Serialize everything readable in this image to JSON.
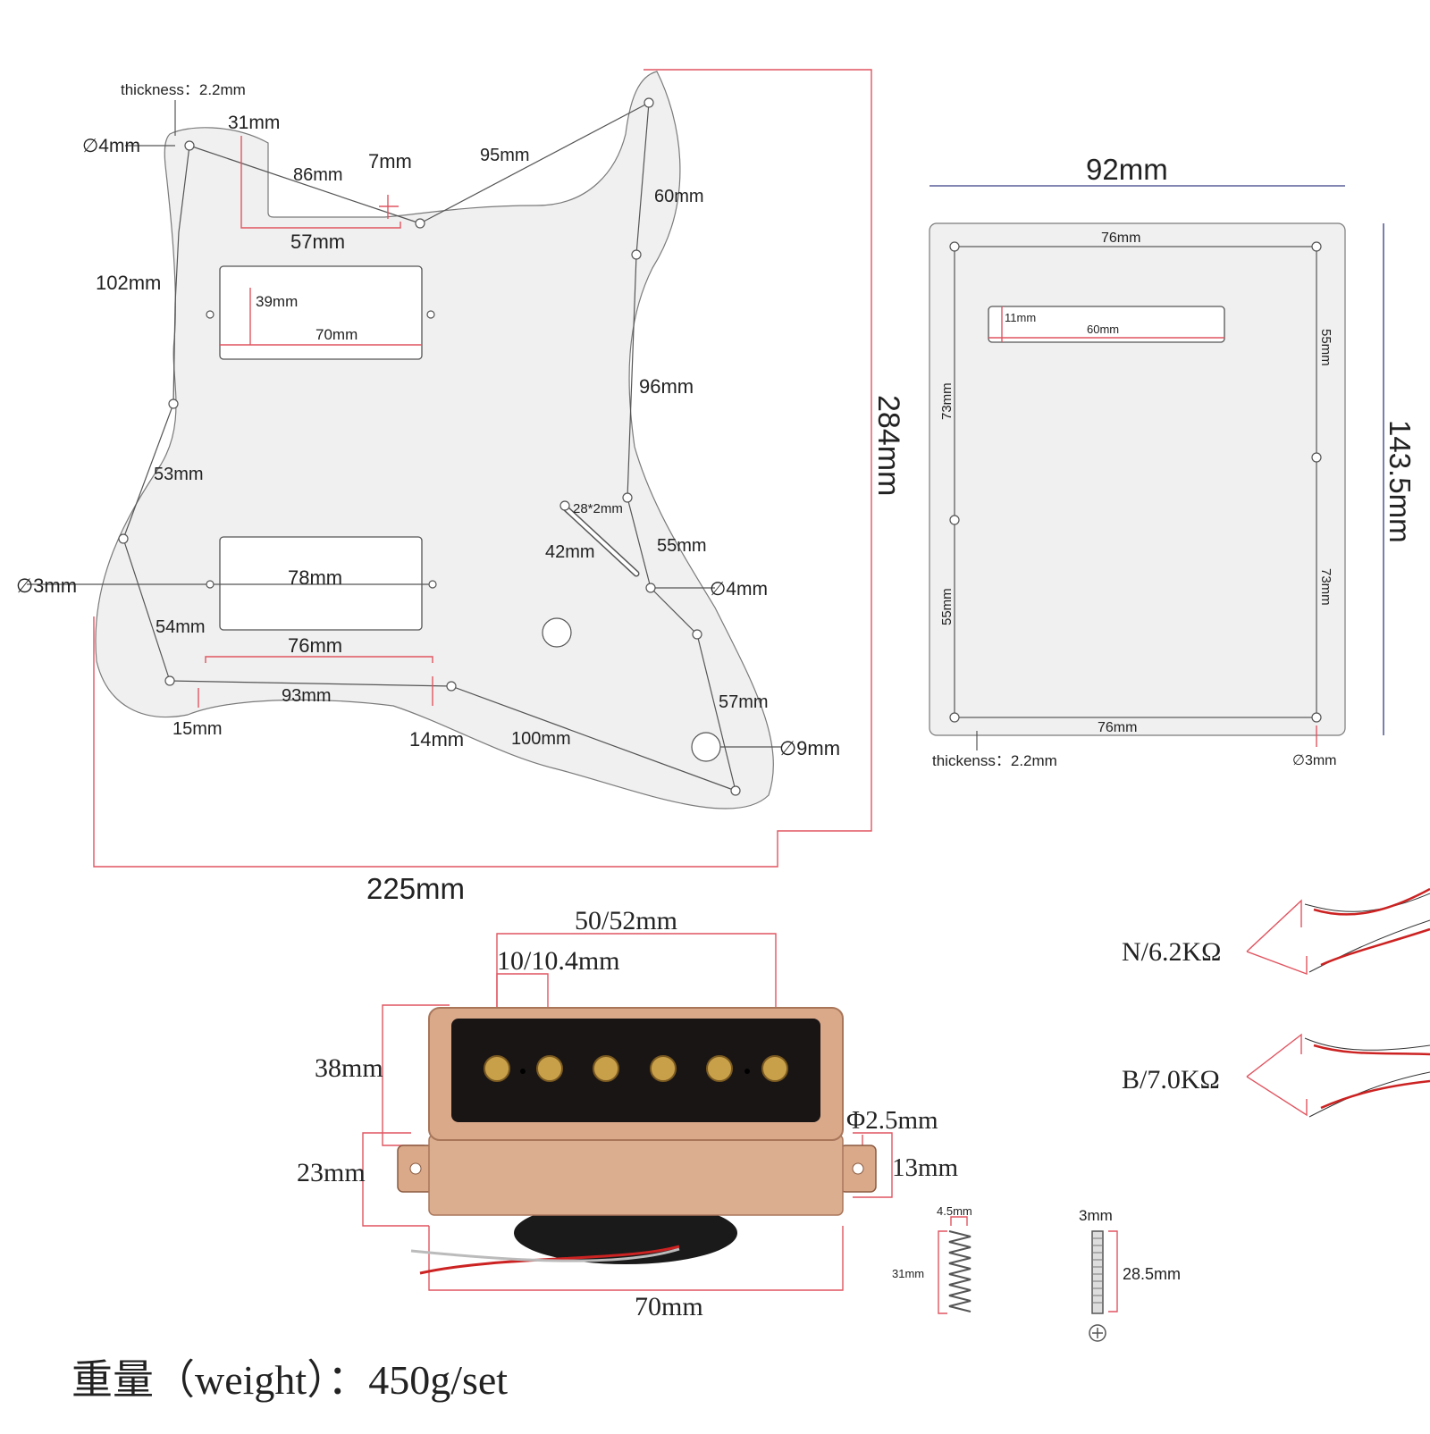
{
  "pickguard": {
    "thickness": "thickness：2.2mm",
    "d4_top": "∅4mm",
    "w31": "31mm",
    "w7": "7mm",
    "w86": "86mm",
    "w95": "95mm",
    "w57_top": "57mm",
    "w60": "60mm",
    "h102": "102mm",
    "neck_h": "39mm",
    "neck_w": "70mm",
    "h96": "96mm",
    "h53": "53mm",
    "slot": "28*2mm",
    "w42": "42mm",
    "h55": "55mm",
    "d3": "∅3mm",
    "bridge_w": "78mm",
    "d4_right": "∅4mm",
    "h54": "54mm",
    "w76": "76mm",
    "w93": "93mm",
    "h57": "57mm",
    "w15": "15mm",
    "w14": "14mm",
    "w100": "100mm",
    "d9": "∅9mm",
    "height": "284mm",
    "width": "225mm"
  },
  "backplate": {
    "width": "92mm",
    "height": "143.5mm",
    "top_spacing": "76mm",
    "bottom_spacing": "76mm",
    "slot_h": "11mm",
    "slot_w": "60mm",
    "right_upper": "55mm",
    "right_lower": "73mm",
    "left_upper": "73mm",
    "left_lower": "55mm",
    "thickness": "thickenss：2.2mm",
    "hole": "∅3mm"
  },
  "pickup": {
    "spacing_outer": "50/52mm",
    "spacing_inner": "10/10.4mm",
    "height_total": "38mm",
    "height_base": "23mm",
    "hole_diameter": "Φ2.5mm",
    "tab_height": "13mm",
    "length": "70mm",
    "spring_w": "4.5mm",
    "spring_h": "31mm",
    "screw_w": "3mm",
    "screw_h": "28.5mm",
    "colors": {
      "cover": "#d9a98a",
      "cover_dark": "#b07a5e",
      "top": "#1a1515",
      "pole": "#c9a04a"
    }
  },
  "wiring": {
    "neck": "N/6.2KΩ",
    "bridge": "B/7.0KΩ"
  },
  "weight": "重量（weight）：450g/set"
}
